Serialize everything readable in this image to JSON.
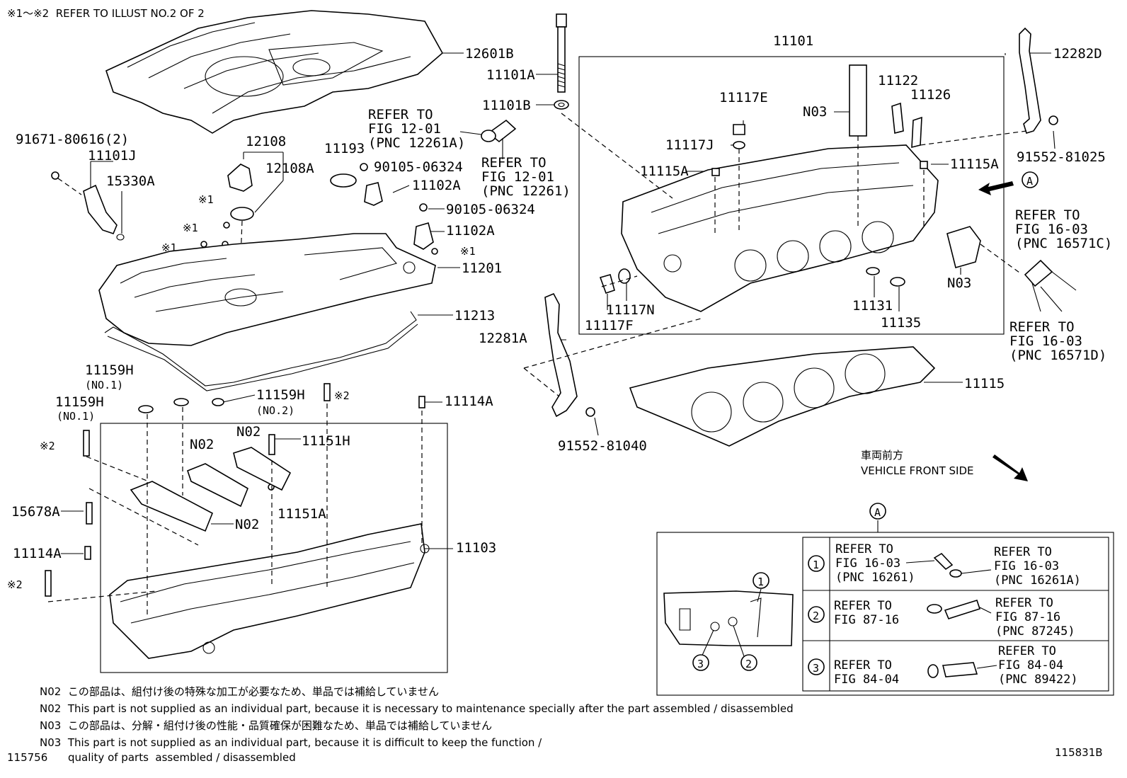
{
  "header": {
    "note": "※1〜※2  REFER TO ILLUST NO.2 OF 2"
  },
  "labels": {
    "p12601B": "12601B",
    "p11101A": "11101A",
    "p11101B": "11101B",
    "refer_12261A": "REFER TO\nFIG 12-01\n(PNC 12261A)",
    "refer_12261": "REFER TO\nFIG 12-01\n(PNC 12261)",
    "p91671": "91671-80616(2)",
    "p11101J": "11101J",
    "p15330A": "15330A",
    "p12108": "12108",
    "p12108A": "12108A",
    "p11193": "11193",
    "p90105a": "90105-06324",
    "p11102A_1": "11102A",
    "p90105b": "90105-06324",
    "p11102A_2": "11102A",
    "x1_a": "※1",
    "x1_b": "※1",
    "x1_c": "※1",
    "x1_d": "※1",
    "p11201": "11201",
    "p11213": "11213",
    "p11159H_1": "11159H",
    "p11159H_1_sub": "(NO.1)",
    "p11159H_2": "11159H",
    "p11159H_2_sub": "(NO.1)",
    "p11159H_3": "11159H",
    "p11159H_3_sub": "(NO.2)",
    "x2_a": "※2",
    "x2_b": "※2",
    "x2_c": "※2",
    "p11114A_1": "11114A",
    "p11114A_2": "11114A",
    "n02_1": "N02",
    "n02_2": "N02",
    "n02_3": "N02",
    "p11151H": "11151H",
    "p11151A": "11151A",
    "p15678A": "15678A",
    "p11103": "11103",
    "p11101": "11101",
    "p11122": "11122",
    "p11126": "11126",
    "p11117E": "11117E",
    "n03_1": "N03",
    "p11117J": "11117J",
    "p11115A_1": "11115A",
    "p11115A_2": "11115A",
    "n03_2": "N03",
    "p11117N": "11117N",
    "p11117F": "11117F",
    "p11131": "11131",
    "p11135": "11135",
    "p12282D": "12282D",
    "p91552_81025": "91552-81025",
    "callout_A": "A",
    "refer_16571C": "REFER TO\nFIG 16-03\n(PNC 16571C)",
    "refer_16571D": "REFER TO\nFIG 16-03\n(PNC 16571D)",
    "p12281A": "12281A",
    "p91552_81040": "91552-81040",
    "p11115": "11115",
    "front_jp": "車両前方",
    "front_en": "VEHICLE FRONT SIDE"
  },
  "detail_A": {
    "title": "A",
    "rows": [
      {
        "num": "1",
        "left": "REFER TO\nFIG 16-03\n(PNC 16261)",
        "right": "REFER TO\nFIG 16-03\n(PNC 16261A)"
      },
      {
        "num": "2",
        "left": "REFER TO\nFIG 87-16",
        "right": "REFER TO\nFIG 87-16\n(PNC 87245)"
      },
      {
        "num": "3",
        "left": "REFER TO\nFIG 84-04",
        "right": "REFER TO\nFIG 84-04\n(PNC 89422)"
      }
    ],
    "mini_callouts": [
      "1",
      "3",
      "2"
    ]
  },
  "footnotes": {
    "n02_jp": "N02  この部品は、組付け後の特殊な加工が必要なため、単品では補給していません",
    "n02_en": "N02  This part is not supplied as an individual part, because it is necessary to maintenance specially after the part assembled / disassembled",
    "n03_jp": "N03  この部品は、分解・組付け後の性能・品質確保が困難なため、単品では補給していません",
    "n03_en": "N03  This part is not supplied as an individual part, because it is difficult to keep the function /",
    "n03_en2": "quality of parts  assembled / disassembled"
  },
  "codes": {
    "left": "115756",
    "right": "115831B"
  }
}
